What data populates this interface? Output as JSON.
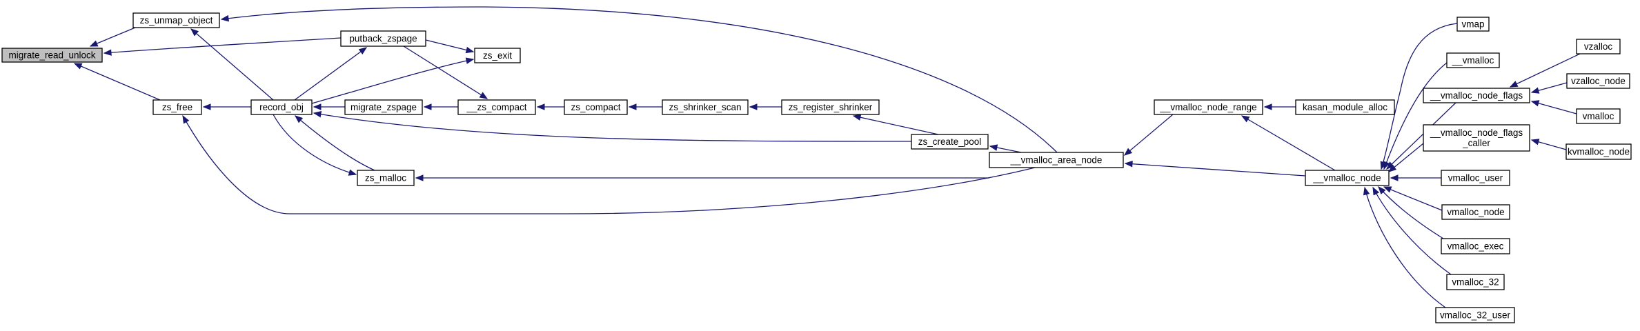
{
  "graph": {
    "nodes": [
      {
        "id": "migrate_read_unlock",
        "lines": [
          "migrate_read_unlock"
        ],
        "root": true
      },
      {
        "id": "zs_unmap_object",
        "lines": [
          "zs_unmap_object"
        ]
      },
      {
        "id": "zs_free",
        "lines": [
          "zs_free"
        ]
      },
      {
        "id": "record_obj",
        "lines": [
          "record_obj"
        ]
      },
      {
        "id": "putback_zspage",
        "lines": [
          "putback_zspage"
        ]
      },
      {
        "id": "zs_exit",
        "lines": [
          "zs_exit"
        ]
      },
      {
        "id": "migrate_zspage",
        "lines": [
          "migrate_zspage"
        ]
      },
      {
        "id": "__zs_compact",
        "lines": [
          "__zs_compact"
        ]
      },
      {
        "id": "zs_compact",
        "lines": [
          "zs_compact"
        ]
      },
      {
        "id": "zs_shrinker_scan",
        "lines": [
          "zs_shrinker_scan"
        ]
      },
      {
        "id": "zs_register_shrinker",
        "lines": [
          "zs_register_shrinker"
        ]
      },
      {
        "id": "zs_create_pool",
        "lines": [
          "zs_create_pool"
        ]
      },
      {
        "id": "zs_malloc",
        "lines": [
          "zs_malloc"
        ]
      },
      {
        "id": "__vmalloc_area_node",
        "lines": [
          "__vmalloc_area_node"
        ]
      },
      {
        "id": "__vmalloc_node_range",
        "lines": [
          "__vmalloc_node_range"
        ]
      },
      {
        "id": "kasan_module_alloc",
        "lines": [
          "kasan_module_alloc"
        ]
      },
      {
        "id": "__vmalloc_node",
        "lines": [
          "__vmalloc_node"
        ]
      },
      {
        "id": "vmap",
        "lines": [
          "vmap"
        ]
      },
      {
        "id": "__vmalloc",
        "lines": [
          "__vmalloc"
        ]
      },
      {
        "id": "__vmalloc_node_flags",
        "lines": [
          "__vmalloc_node_flags"
        ]
      },
      {
        "id": "__vmalloc_node_flags_caller",
        "lines": [
          "__vmalloc_node_flags",
          "_caller"
        ]
      },
      {
        "id": "vmalloc_user",
        "lines": [
          "vmalloc_user"
        ]
      },
      {
        "id": "vmalloc_node",
        "lines": [
          "vmalloc_node"
        ]
      },
      {
        "id": "vmalloc_exec",
        "lines": [
          "vmalloc_exec"
        ]
      },
      {
        "id": "vmalloc_32",
        "lines": [
          "vmalloc_32"
        ]
      },
      {
        "id": "vmalloc_32_user",
        "lines": [
          "vmalloc_32_user"
        ]
      },
      {
        "id": "vzalloc",
        "lines": [
          "vzalloc"
        ]
      },
      {
        "id": "vzalloc_node",
        "lines": [
          "vzalloc_node"
        ]
      },
      {
        "id": "vmalloc",
        "lines": [
          "vmalloc"
        ]
      },
      {
        "id": "kvmalloc_node",
        "lines": [
          "kvmalloc_node"
        ]
      }
    ],
    "edges": [
      {
        "from": "zs_unmap_object",
        "to": "migrate_read_unlock"
      },
      {
        "from": "putback_zspage",
        "to": "migrate_read_unlock"
      },
      {
        "from": "zs_free",
        "to": "migrate_read_unlock"
      },
      {
        "from": "__vmalloc_area_node",
        "to": "zs_unmap_object"
      },
      {
        "from": "record_obj",
        "to": "zs_unmap_object"
      },
      {
        "from": "putback_zspage",
        "to": "zs_exit"
      },
      {
        "from": "putback_zspage",
        "to": "__zs_compact"
      },
      {
        "from": "record_obj",
        "to": "putback_zspage"
      },
      {
        "from": "record_obj",
        "to": "zs_exit"
      },
      {
        "from": "record_obj",
        "to": "zs_free"
      },
      {
        "from": "__vmalloc_area_node",
        "to": "zs_free"
      },
      {
        "from": "migrate_zspage",
        "to": "record_obj"
      },
      {
        "from": "zs_malloc",
        "to": "record_obj"
      },
      {
        "from": "record_obj",
        "to": "zs_malloc"
      },
      {
        "from": "zs_create_pool",
        "to": "record_obj"
      },
      {
        "from": "__zs_compact",
        "to": "migrate_zspage"
      },
      {
        "from": "zs_compact",
        "to": "__zs_compact"
      },
      {
        "from": "zs_shrinker_scan",
        "to": "zs_compact"
      },
      {
        "from": "zs_register_shrinker",
        "to": "zs_shrinker_scan"
      },
      {
        "from": "zs_create_pool",
        "to": "zs_register_shrinker"
      },
      {
        "from": "__vmalloc_area_node",
        "to": "zs_create_pool"
      },
      {
        "from": "__vmalloc_area_node",
        "to": "zs_malloc"
      },
      {
        "from": "__vmalloc_node_range",
        "to": "__vmalloc_area_node"
      },
      {
        "from": "kasan_module_alloc",
        "to": "__vmalloc_node_range"
      },
      {
        "from": "__vmalloc_node",
        "to": "__vmalloc_node_range"
      },
      {
        "from": "__vmalloc_node",
        "to": "__vmalloc_area_node"
      },
      {
        "from": "vmap",
        "to": "__vmalloc_node"
      },
      {
        "from": "__vmalloc",
        "to": "__vmalloc_node"
      },
      {
        "from": "__vmalloc_node_flags",
        "to": "__vmalloc_node"
      },
      {
        "from": "__vmalloc_node_flags_caller",
        "to": "__vmalloc_node"
      },
      {
        "from": "vmalloc_user",
        "to": "__vmalloc_node"
      },
      {
        "from": "vmalloc_node",
        "to": "__vmalloc_node"
      },
      {
        "from": "vmalloc_exec",
        "to": "__vmalloc_node"
      },
      {
        "from": "vmalloc_32",
        "to": "__vmalloc_node"
      },
      {
        "from": "vmalloc_32_user",
        "to": "__vmalloc_node"
      },
      {
        "from": "vzalloc",
        "to": "__vmalloc_node_flags"
      },
      {
        "from": "vzalloc_node",
        "to": "__vmalloc_node_flags"
      },
      {
        "from": "vmalloc",
        "to": "__vmalloc_node_flags"
      },
      {
        "from": "kvmalloc_node",
        "to": "__vmalloc_node_flags_caller"
      }
    ]
  }
}
